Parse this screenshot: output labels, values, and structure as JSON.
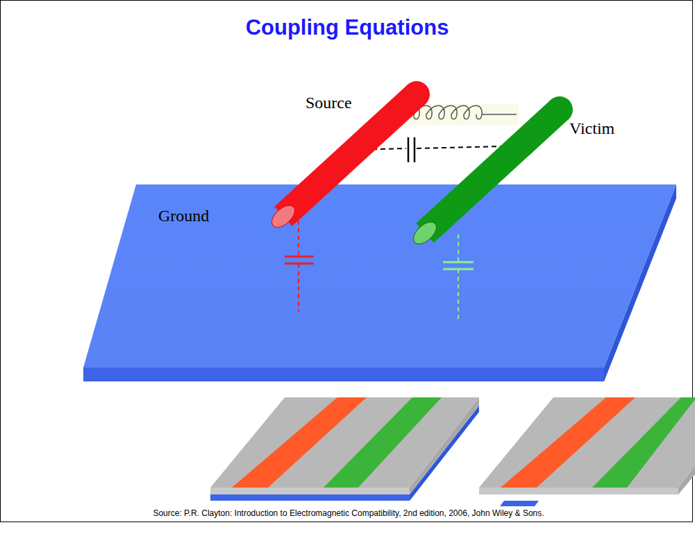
{
  "diagram": {
    "title": "Coupling Equations",
    "caption": "Source: P.R. Clayton: Introduction to Electromagnetic Compatibility, 2nd edition, 2006, John Wiley & Sons.",
    "labels": [
      "Source",
      "Victim",
      "Ground"
    ]
  }
}
